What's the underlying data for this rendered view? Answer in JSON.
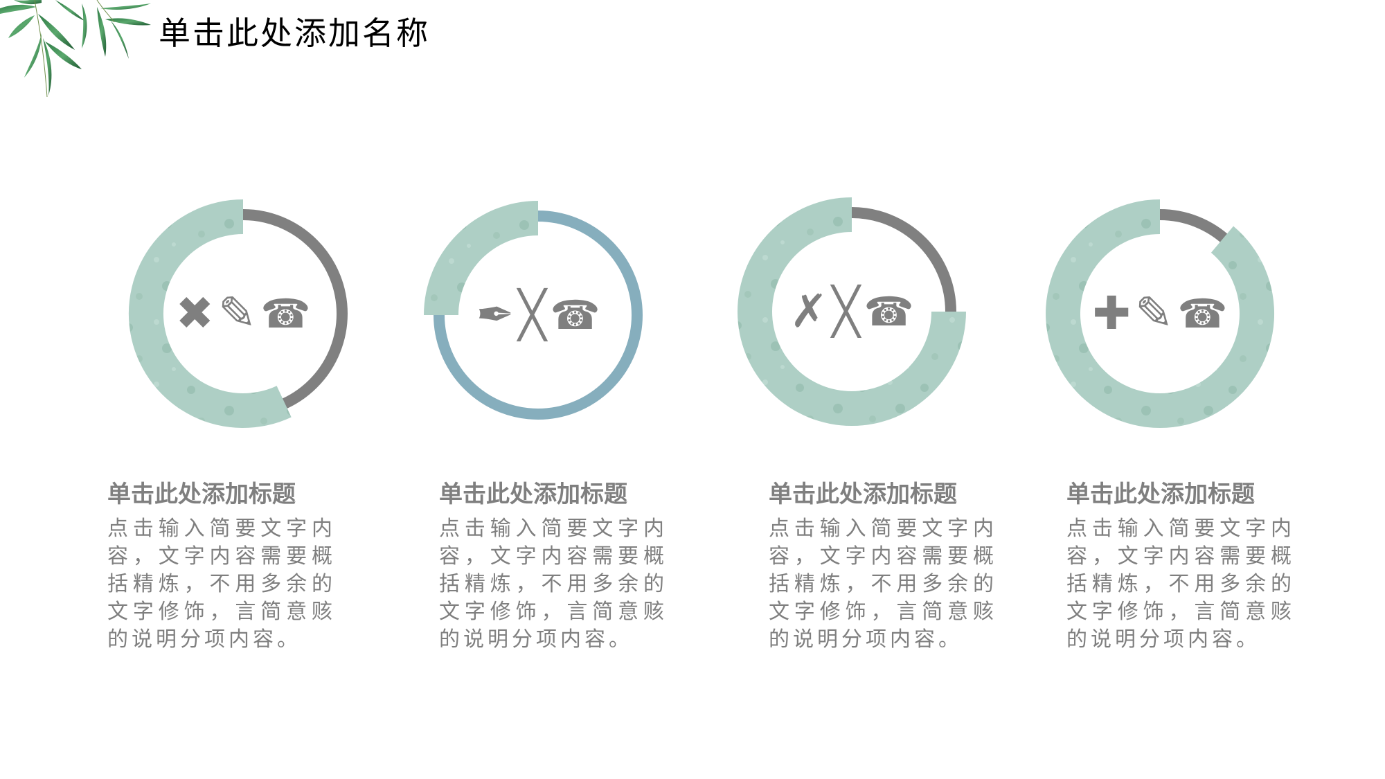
{
  "header": {
    "title": "单击此处添加名称",
    "decoration": "bamboo-leaves"
  },
  "colors": {
    "accent_green": "#a9cbc0",
    "ring_gray": "#808080",
    "ring_blue": "#86aebd",
    "text_gray": "#7f7f7f",
    "title_black": "#000000"
  },
  "items": [
    {
      "icons": [
        {
          "name": "heavy-x-icon",
          "glyph": "✖"
        },
        {
          "name": "pencil-icon",
          "glyph": "✎"
        },
        {
          "name": "telephone-icon",
          "glyph": "☎"
        }
      ],
      "ring_color": "#808080",
      "green_arc_start_deg": 155,
      "green_arc_end_deg": 360,
      "title": "单击此处添加标题",
      "body": "点击输入简要文字内容，文字内容需要概括精炼，不用多余的文字修饰，言简意赅的说明分项内容。"
    },
    {
      "icons": [
        {
          "name": "pen-nib-icon",
          "glyph": "✒"
        },
        {
          "name": "x-mark-icon",
          "glyph": "╳"
        },
        {
          "name": "telephone-icon",
          "glyph": "☎"
        }
      ],
      "ring_color": "#86aebd",
      "green_arc_start_deg": 270,
      "green_arc_end_deg": 360,
      "title": "单击此处添加标题",
      "body": "点击输入简要文字内容，文字内容需要概括精炼，不用多余的文字修饰，言简意赅的说明分项内容。"
    },
    {
      "icons": [
        {
          "name": "ballot-x-icon",
          "glyph": "✗"
        },
        {
          "name": "x-mark-icon",
          "glyph": "╳"
        },
        {
          "name": "telephone-icon",
          "glyph": "☎"
        }
      ],
      "ring_color": "#808080",
      "green_arc_start_deg": 90,
      "green_arc_end_deg": 360,
      "title": "单击此处添加标题",
      "body": "点击输入简要文字内容，文字内容需要概括精炼，不用多余的文字修饰，言简意赅的说明分项内容。"
    },
    {
      "icons": [
        {
          "name": "plus-cross-icon",
          "glyph": "✚"
        },
        {
          "name": "pencil-icon",
          "glyph": "✎"
        },
        {
          "name": "telephone-icon",
          "glyph": "☎"
        }
      ],
      "ring_color": "#808080",
      "green_arc_start_deg": 40,
      "green_arc_end_deg": 360,
      "title": "单击此处添加标题",
      "body": "点击输入简要文字内容，文字内容需要概括精炼，不用多余的文字修饰，言简意赅的说明分项内容。"
    }
  ]
}
